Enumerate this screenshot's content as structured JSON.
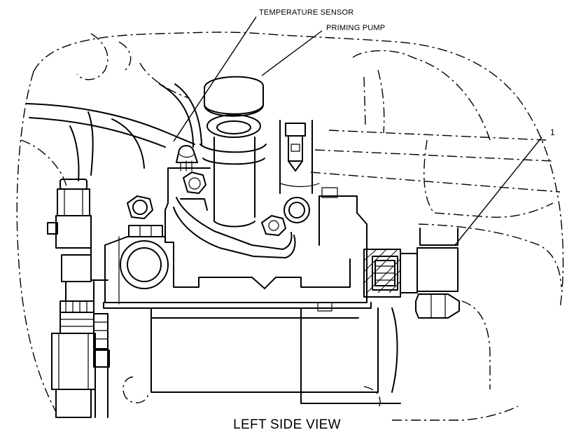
{
  "callouts": {
    "temperature_sensor": "TEMPERATURE SENSOR",
    "priming_pump": "PRIMING PUMP",
    "item_1": "1"
  },
  "view_title": "LEFT SIDE VIEW",
  "colors": {
    "line": "#000000",
    "background": "#ffffff"
  }
}
